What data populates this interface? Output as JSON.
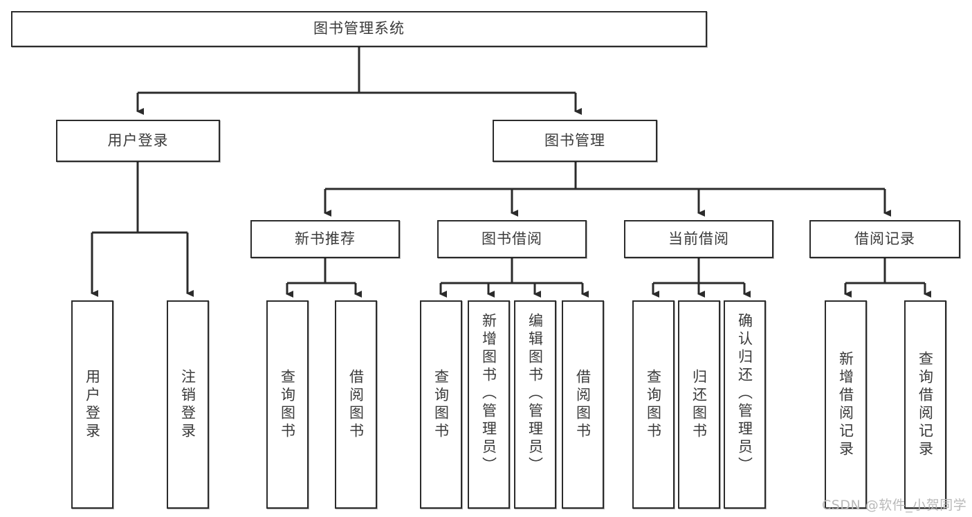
{
  "diagram": {
    "type": "tree",
    "title": "图书管理系统",
    "style": {
      "box_border_color": "#2b2b2b",
      "box_fill_color": "#ffffff",
      "text_color": "#3a3a3a",
      "connector_color": "#2b2b2b",
      "background_color": "#ffffff"
    },
    "nodes": {
      "root": {
        "label": "图书管理系统",
        "orientation": "horizontal"
      },
      "level2": [
        {
          "id": "user-login",
          "label": "用户登录",
          "orientation": "horizontal"
        },
        {
          "id": "book-manage",
          "label": "图书管理",
          "orientation": "horizontal"
        }
      ],
      "level3": [
        {
          "id": "new-book-rec",
          "label": "新书推荐",
          "orientation": "horizontal"
        },
        {
          "id": "book-borrow",
          "label": "图书借阅",
          "orientation": "horizontal"
        },
        {
          "id": "current-borrow",
          "label": "当前借阅",
          "orientation": "horizontal"
        },
        {
          "id": "borrow-record",
          "label": "借阅记录",
          "orientation": "horizontal"
        }
      ],
      "leaves": [
        {
          "id": "leaf-user-login",
          "parent": "user-login",
          "label": "用户登录",
          "orientation": "vertical"
        },
        {
          "id": "leaf-user-logout",
          "parent": "user-login",
          "label": "注销登录",
          "orientation": "vertical"
        },
        {
          "id": "leaf-query-book-1",
          "parent": "new-book-rec",
          "label": "查询图书",
          "orientation": "vertical"
        },
        {
          "id": "leaf-borrow-book-1",
          "parent": "new-book-rec",
          "label": "借阅图书",
          "orientation": "vertical"
        },
        {
          "id": "leaf-query-book-2",
          "parent": "book-borrow",
          "label": "查询图书",
          "orientation": "vertical"
        },
        {
          "id": "leaf-add-book",
          "parent": "book-borrow",
          "label": "新增图书（管理员）",
          "orientation": "vertical"
        },
        {
          "id": "leaf-edit-book",
          "parent": "book-borrow",
          "label": "编辑图书（管理员）",
          "orientation": "vertical"
        },
        {
          "id": "leaf-borrow-book-2",
          "parent": "book-borrow",
          "label": "借阅图书",
          "orientation": "vertical"
        },
        {
          "id": "leaf-query-book-3",
          "parent": "current-borrow",
          "label": "查询图书",
          "orientation": "vertical"
        },
        {
          "id": "leaf-return-book",
          "parent": "current-borrow",
          "label": "归还图书",
          "orientation": "vertical"
        },
        {
          "id": "leaf-confirm-return",
          "parent": "current-borrow",
          "label": "确认归还（管理员）",
          "orientation": "vertical"
        },
        {
          "id": "leaf-add-record",
          "parent": "borrow-record",
          "label": "新增借阅记录",
          "orientation": "vertical"
        },
        {
          "id": "leaf-query-record",
          "parent": "borrow-record",
          "label": "查询借阅记录",
          "orientation": "vertical"
        }
      ]
    }
  },
  "watermark": {
    "text": "CSDN @软件_小贺同学"
  }
}
